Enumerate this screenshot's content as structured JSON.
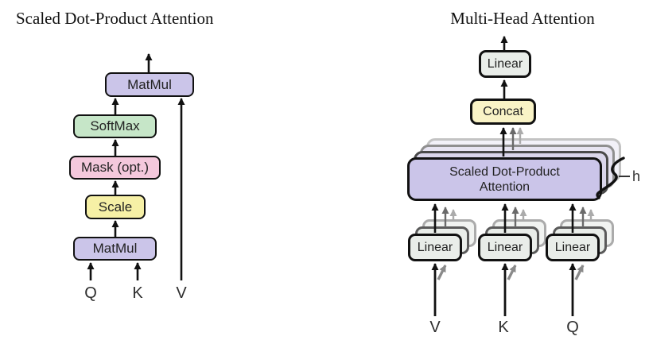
{
  "left_diagram": {
    "title": "Scaled Dot-Product Attention",
    "boxes": {
      "matmul_top": {
        "label": "MatMul",
        "color": "#CBC5E9"
      },
      "softmax": {
        "label": "SoftMax",
        "color": "#C6E6C8"
      },
      "mask": {
        "label": "Mask (opt.)",
        "color": "#F4C8DC"
      },
      "scale": {
        "label": "Scale",
        "color": "#F6F0A6"
      },
      "matmul_bottom": {
        "label": "MatMul",
        "color": "#CBC5E9"
      }
    },
    "inputs": {
      "q": "Q",
      "k": "K",
      "v": "V"
    }
  },
  "right_diagram": {
    "title": "Multi-Head Attention",
    "boxes": {
      "linear_out": {
        "label": "Linear",
        "color": "#E9EDE9"
      },
      "concat": {
        "label": "Concat",
        "color": "#F9F3C6"
      },
      "attention": {
        "label_line1": "Scaled Dot-Product",
        "label_line2": "Attention",
        "color": "#CBC5E9"
      },
      "linear_v": {
        "label": "Linear",
        "color": "#E9EDE9"
      },
      "linear_k": {
        "label": "Linear",
        "color": "#E9EDE9"
      },
      "linear_q": {
        "label": "Linear",
        "color": "#E9EDE9"
      }
    },
    "head_count_label": "h",
    "inputs": {
      "v": "V",
      "k": "K",
      "q": "Q"
    }
  }
}
